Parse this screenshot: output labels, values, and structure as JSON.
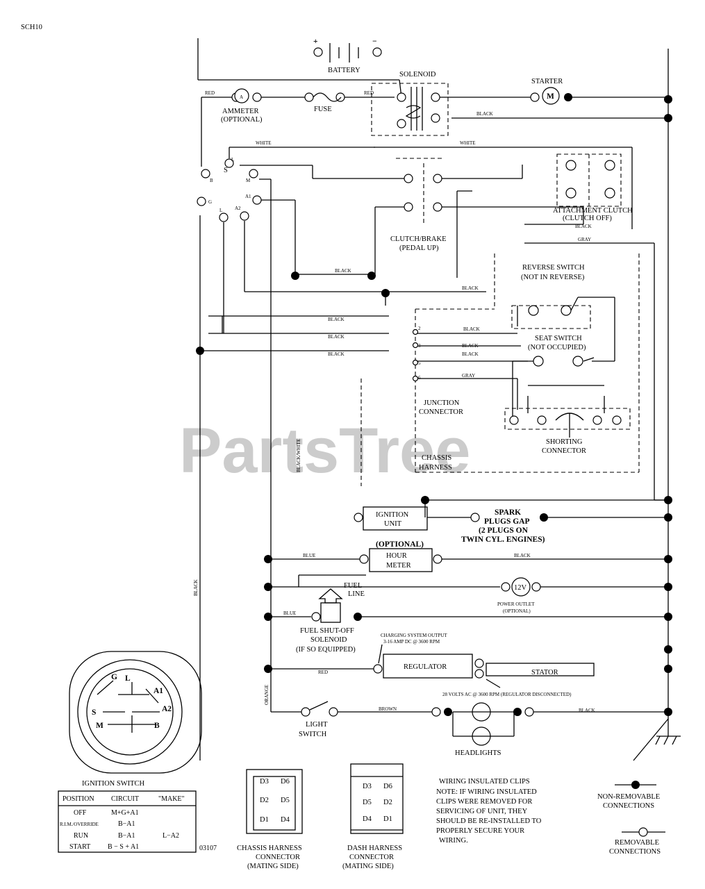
{
  "diagram_id": "SCH10",
  "watermark": "PartsTree",
  "labels": {
    "battery": "BATTERY",
    "battery_pos": "+",
    "battery_neg": "−",
    "solenoid": "SOLENOID",
    "starter": "STARTER",
    "starter_m": "M",
    "ammeter_a": "A",
    "ammeter": "AMMETER",
    "ammeter_opt": "(OPTIONAL)",
    "fuse": "FUSE",
    "attachment_clutch": "ATTACHMENT CLUTCH",
    "clutch_off": "(CLUTCH OFF)",
    "clutch_brake": "CLUTCH/BRAKE",
    "pedal_up": "(PEDAL UP)",
    "reverse_switch": "REVERSE SWITCH",
    "not_in_reverse": "(NOT IN REVERSE)",
    "seat_switch": "SEAT SWITCH",
    "not_occupied": "(NOT OCCUPIED)",
    "junction": "JUNCTION",
    "connector": "CONNECTOR",
    "shorting": "SHORTING",
    "shorting_connector": "CONNECTOR",
    "chassis": "CHASSIS",
    "harness": "HARNESS",
    "ignition": "IGNITION",
    "unit": "UNIT",
    "spark": "SPARK",
    "plugs_gap": "PLUGS GAP",
    "two_plugs": "(2 PLUGS ON",
    "twin_cyl": "TWIN CYL. ENGINES)",
    "optional": "(OPTIONAL)",
    "hour": "HOUR",
    "meter": "METER",
    "fuel": "FUEL",
    "line": "LINE",
    "v12": "12V",
    "power_outlet": "POWER OUTLET",
    "power_outlet_opt": "(OPTIONAL)",
    "fuel_shutoff": "FUEL SHUT-OFF",
    "solenoid2": "SOLENOID",
    "if_so": "(IF SO EQUIPPED)",
    "charging1": "CHARGING SYSTEM OUTPUT",
    "charging2": "3-16 AMP DC @ 3600 RPM",
    "regulator": "REGULATOR",
    "stator": "STATOR",
    "volts_ac": "28 VOLTS AC @ 3600 RPM (REGULATOR DISCONNECTED)",
    "light": "LIGHT",
    "switch": "SWITCH",
    "headlights": "HEADLIGHTS",
    "ignition_switch": "IGNITION SWITCH",
    "term_b": "B",
    "term_s": "S",
    "term_m": "M",
    "term_a1": "A1",
    "term_a2": "A2",
    "term_g": "G",
    "term_l": "L",
    "pin_2": "2",
    "pin_3": "3",
    "pin_5": "5",
    "pin_6": "6",
    "chassis_conn1": "CHASSIS HARNESS",
    "chassis_conn2": "CONNECTOR",
    "chassis_conn3": "(MATING SIDE)",
    "dash_conn1": "DASH HARNESS",
    "dash_conn2": "CONNECTOR",
    "dash_conn3": "(MATING SIDE)",
    "d3": "D3",
    "d6": "D6",
    "d2": "D2",
    "d5": "D5",
    "d1": "D1",
    "d4": "D4",
    "clips_title": "WIRING INSULATED CLIPS",
    "clips_note": [
      "NOTE: IF WIRING INSULATED",
      "CLIPS WERE REMOVED FOR",
      "SERVICING OF UNIT, THEY",
      "SHOULD BE RE-INSTALLED TO",
      "PROPERLY SECURE YOUR",
      "WIRING."
    ],
    "non_removable1": "NON-REMOVABLE",
    "non_removable2": "CONNECTIONS",
    "removable1": "REMOVABLE",
    "removable2": "CONNECTIONS",
    "doc_number": "03107"
  },
  "wire_colors": {
    "red": "RED",
    "black": "BLACK",
    "white": "WHITE",
    "gray": "GRAY",
    "blue": "BLUE",
    "brown": "BROWN",
    "orange": "ORANGE",
    "black_white": "BLACK/WHITE"
  },
  "ignition_table": {
    "headers": [
      "POSITION",
      "CIRCUIT",
      "\"MAKE\""
    ],
    "rows": [
      [
        "OFF",
        "M+G+A1",
        ""
      ],
      [
        "R.I.M./OVERRIDE",
        "B−A1",
        ""
      ],
      [
        "RUN",
        "B−A1",
        "L−A2"
      ],
      [
        "START",
        "B − S + A1",
        ""
      ]
    ]
  }
}
